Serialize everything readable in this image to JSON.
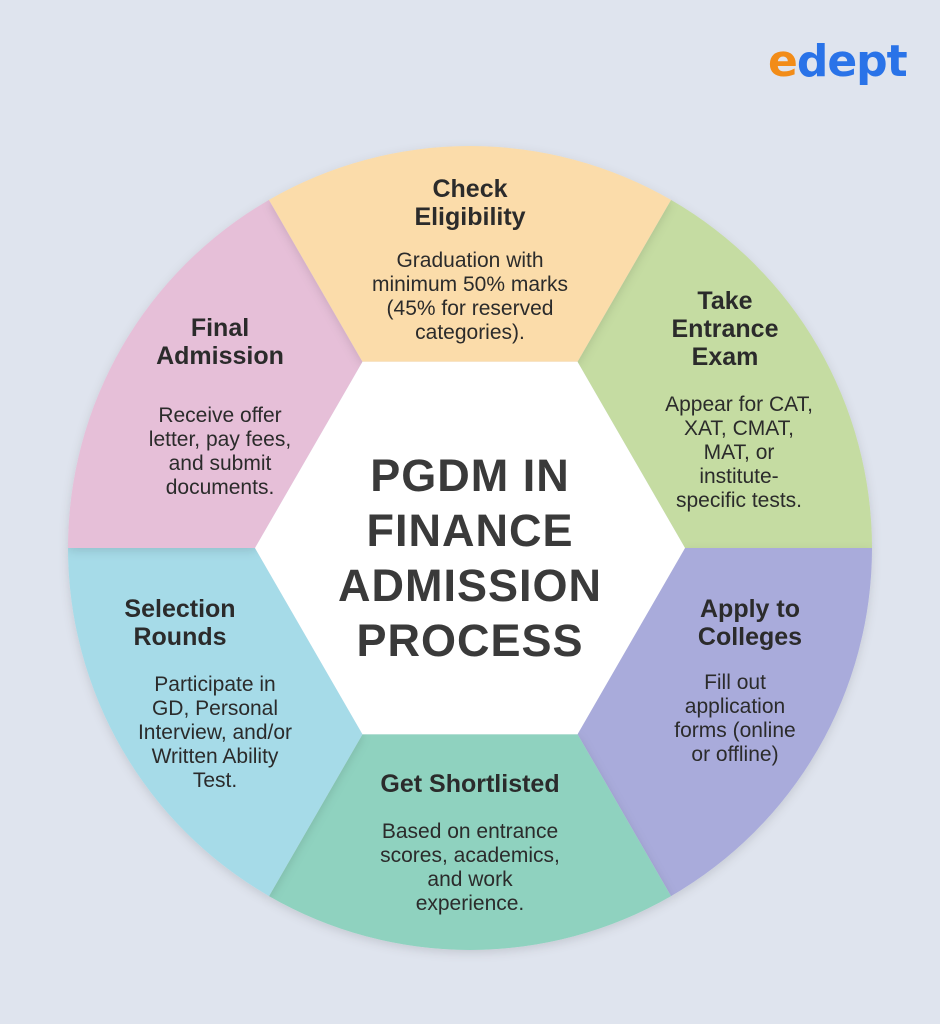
{
  "logo": {
    "accent_letter": "e",
    "rest": "dept"
  },
  "center": {
    "lines": [
      "PGDM IN",
      "FINANCE",
      "ADMISSION",
      "PROCESS"
    ]
  },
  "colors": {
    "background": "#dfe4ee",
    "check_eligibility": "#fbdcaa",
    "take_entrance_exam": "#c5dca2",
    "apply_to_colleges": "#a9abdb",
    "get_shortlisted": "#8fd2bf",
    "selection_rounds": "#a6dbe8",
    "final_admission": "#e6bfd8",
    "center": "#ffffff",
    "logo_blue": "#2a73e8",
    "logo_orange": "#f28c18"
  },
  "segments": [
    {
      "key": "check_eligibility",
      "title": [
        "Check",
        "Eligibility"
      ],
      "desc": [
        "Graduation with",
        "minimum 50% marks",
        "(45% for reserved",
        "categories)."
      ]
    },
    {
      "key": "take_entrance_exam",
      "title": [
        "Take",
        "Entrance",
        "Exam"
      ],
      "desc": [
        "Appear for CAT,",
        "XAT, CMAT,",
        "MAT, or",
        "institute-",
        "specific tests."
      ]
    },
    {
      "key": "apply_to_colleges",
      "title": [
        "Apply to",
        "Colleges"
      ],
      "desc": [
        "Fill out",
        "application",
        "forms (online",
        "or offline)"
      ]
    },
    {
      "key": "get_shortlisted",
      "title": [
        "Get Shortlisted"
      ],
      "desc": [
        "Based on entrance",
        "scores, academics,",
        "and work",
        "experience."
      ]
    },
    {
      "key": "selection_rounds",
      "title": [
        "Selection",
        "Rounds"
      ],
      "desc": [
        "Participate in",
        "GD, Personal",
        "Interview, and/or",
        "Written Ability",
        "Test."
      ]
    },
    {
      "key": "final_admission",
      "title": [
        "Final",
        "Admission"
      ],
      "desc": [
        "Receive offer",
        "letter, pay fees,",
        "and submit",
        "documents."
      ]
    }
  ]
}
